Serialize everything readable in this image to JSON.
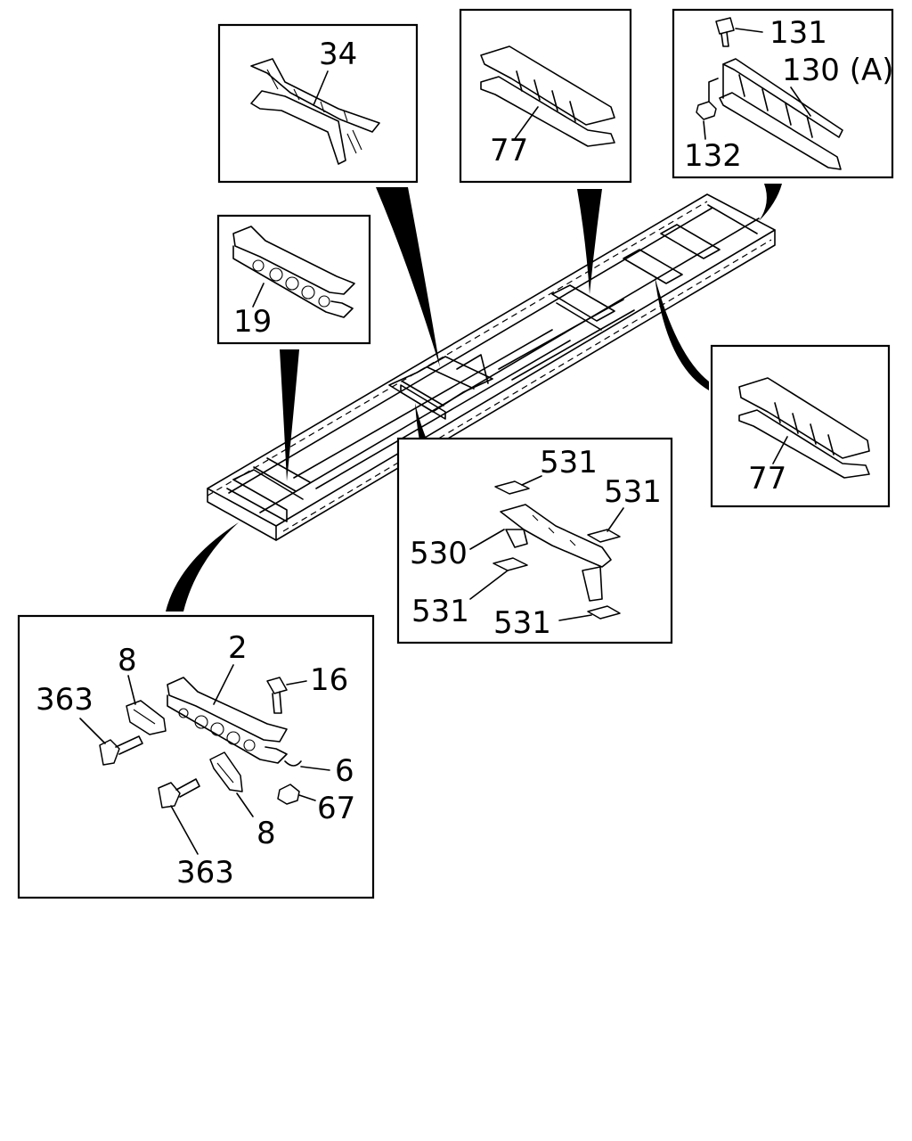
{
  "callouts": {
    "c34": "34",
    "c77a": "77",
    "c131": "131",
    "c130": "130 (A)",
    "c132": "132",
    "c19": "19",
    "c77b": "77",
    "c531a": "531",
    "c531b": "531",
    "c530": "530",
    "c531c": "531",
    "c531d": "531",
    "c8a": "8",
    "c2": "2",
    "c16": "16",
    "c363a": "363",
    "c6": "6",
    "c67": "67",
    "c8b": "8",
    "c363b": "363"
  }
}
